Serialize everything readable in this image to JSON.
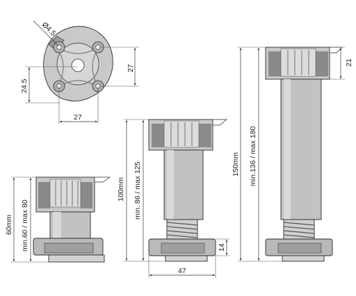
{
  "top_view": {
    "hole_diameter": "Ø4.5",
    "width_bottom": "27",
    "height_right": "27",
    "offset_left": "24.5"
  },
  "foot_small": {
    "height": "60mm",
    "range": "min.60 / max 80"
  },
  "foot_medium": {
    "height": "100mm",
    "range": "min. 86 / max 125",
    "thread_height": "14",
    "base_width": "47"
  },
  "foot_tall": {
    "height": "150mm",
    "range": "min.136 / max 180",
    "cap_height": "21"
  },
  "colors": {
    "light_gray": "#c9c9c9",
    "mid_gray": "#a9a9a9",
    "dark_gray": "#8a8a8a",
    "outline": "#2a2a2a"
  }
}
